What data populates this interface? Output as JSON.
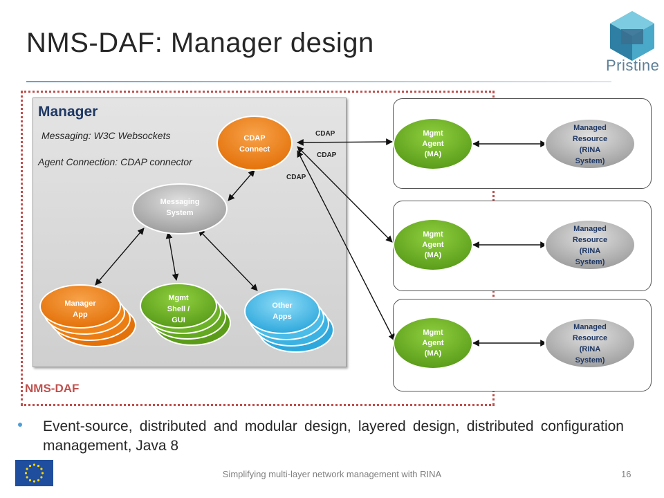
{
  "slide": {
    "title": "NMS-DAF: Manager design",
    "logo_text": "Pristine",
    "nms_label": "NMS-DAF",
    "manager_title": "Manager",
    "messaging_note": "Messaging: W3C Websockets",
    "agent_connection_note": "Agent Connection: CDAP connector",
    "bullet": "Event-source, distributed and modular design, layered design, distributed configuration management, Java 8",
    "footer": "Simplifying multi-layer network management with RINA",
    "page_number": "16"
  },
  "nodes": {
    "cdap_connect": [
      "CDAP",
      "Connect"
    ],
    "messaging_system": [
      "Messaging",
      "System"
    ],
    "manager_app": [
      "Manager",
      "App"
    ],
    "mgmt_shell": [
      "Mgmt",
      "Shell /",
      "GUI"
    ],
    "other_apps": [
      "Other",
      "Apps"
    ],
    "mgmt_agent": [
      "Mgmt",
      "Agent",
      "(MA)"
    ],
    "managed_resource": [
      "Managed",
      "Resource",
      "(RINA",
      "System)"
    ]
  },
  "edge_labels": [
    "CDAP",
    "CDAP",
    "CDAP"
  ],
  "colors": {
    "orange": "#f0820f",
    "green": "#6ab023",
    "blue": "#3fb8e8",
    "gray": "#a6a6a6",
    "red_dotted": "#c0504d",
    "title_dark": "#1f3864"
  },
  "icons": [
    "pristine-logo",
    "eu-flag-icon",
    "bullet-icon"
  ]
}
